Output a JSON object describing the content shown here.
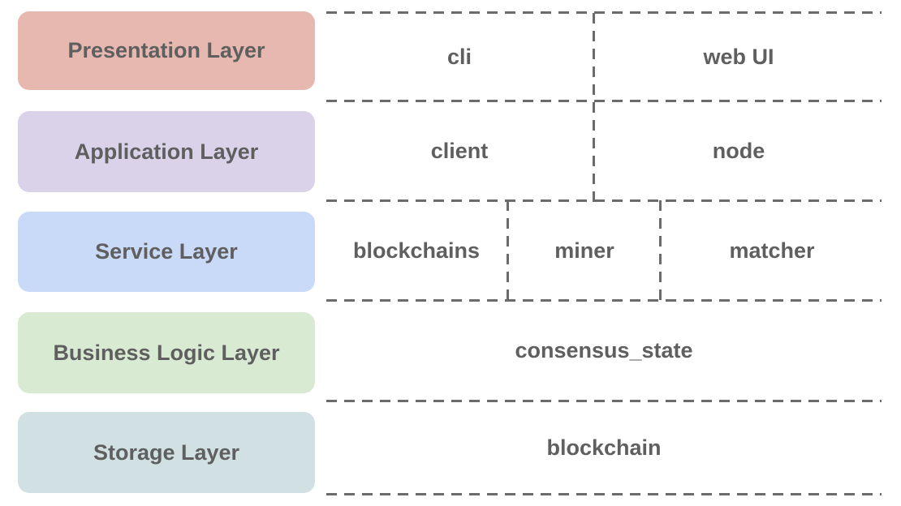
{
  "palette": {
    "text": "#5f5f5f",
    "line": "#6b6b6b",
    "background": "#ffffff"
  },
  "layers": [
    {
      "label": "Presentation Layer",
      "color": "#e6b8af"
    },
    {
      "label": "Application Layer",
      "color": "#d9d2e9"
    },
    {
      "label": "Service Layer",
      "color": "#c9daf8"
    },
    {
      "label": "Business Logic Layer",
      "color": "#d9ead3"
    },
    {
      "label": "Storage Layer",
      "color": "#d0e0e3"
    }
  ],
  "rows": [
    {
      "cells": [
        {
          "label": "cli"
        },
        {
          "label": "web UI"
        }
      ]
    },
    {
      "cells": [
        {
          "label": "client"
        },
        {
          "label": "node"
        }
      ]
    },
    {
      "cells": [
        {
          "label": "blockchains"
        },
        {
          "label": "miner"
        },
        {
          "label": "matcher"
        }
      ]
    },
    {
      "cells": [
        {
          "label": "consensus_state"
        }
      ]
    },
    {
      "cells": [
        {
          "label": "blockchain"
        }
      ]
    }
  ]
}
